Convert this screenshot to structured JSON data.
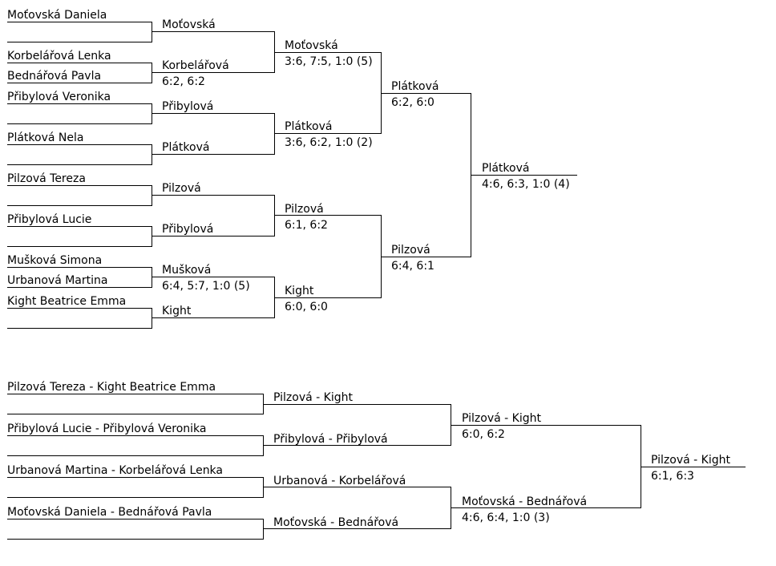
{
  "singles": {
    "r1": [
      {
        "player": "Moťovská Daniela"
      },
      {
        "player": ""
      },
      {
        "player": "Korbelářová Lenka"
      },
      {
        "player": "Bednářová Pavla"
      },
      {
        "player": "Přibylová Veronika"
      },
      {
        "player": ""
      },
      {
        "player": "Plátková Nela"
      },
      {
        "player": ""
      },
      {
        "player": "Pilzová Tereza"
      },
      {
        "player": ""
      },
      {
        "player": "Přibylová Lucie"
      },
      {
        "player": ""
      },
      {
        "player": "Mušková Simona"
      },
      {
        "player": "Urbanová Martina"
      },
      {
        "player": "Kight Beatrice Emma"
      },
      {
        "player": ""
      }
    ],
    "r2": [
      {
        "name": "Moťovská",
        "score": ""
      },
      {
        "name": "Korbelářová",
        "score": "6:2, 6:2"
      },
      {
        "name": "Přibylová",
        "score": ""
      },
      {
        "name": "Plátková",
        "score": ""
      },
      {
        "name": "Pilzová",
        "score": ""
      },
      {
        "name": "Přibylová",
        "score": ""
      },
      {
        "name": "Mušková",
        "score": "6:4, 5:7, 1:0 (5)"
      },
      {
        "name": "Kight",
        "score": ""
      }
    ],
    "qf": [
      {
        "name": "Moťovská",
        "score": "3:6, 7:5, 1:0 (5)"
      },
      {
        "name": "Plátková",
        "score": "3:6, 6:2, 1:0 (2)"
      },
      {
        "name": "Pilzová",
        "score": "6:1, 6:2"
      },
      {
        "name": "Kight",
        "score": "6:0, 6:0"
      }
    ],
    "sf": [
      {
        "name": "Plátková",
        "score": "6:2, 6:0"
      },
      {
        "name": "Pilzová",
        "score": "6:4, 6:1"
      }
    ],
    "final": {
      "name": "Plátková",
      "score": "4:6, 6:3, 1:0 (4)"
    }
  },
  "doubles": {
    "r1": [
      {
        "team": "Pilzová Tereza - Kight Beatrice Emma"
      },
      {
        "team": "Přibylová Lucie - Přibylová Veronika"
      },
      {
        "team": "Urbanová Martina - Korbelářová Lenka"
      },
      {
        "team": "Moťovská Daniela - Bednářová Pavla"
      }
    ],
    "r2": [
      {
        "name": "Pilzová - Kight",
        "score": ""
      },
      {
        "name": "Přibylová - Přibylová",
        "score": ""
      },
      {
        "name": "Urbanová - Korbelářová",
        "score": ""
      },
      {
        "name": "Moťovská - Bednářová",
        "score": ""
      }
    ],
    "sf": [
      {
        "name": "Pilzová - Kight",
        "score": "6:0, 6:2"
      },
      {
        "name": "Moťovská - Bednářová",
        "score": "4:6, 6:4, 1:0 (3)"
      }
    ],
    "final": {
      "name": "Pilzová - Kight",
      "score": "6:1, 6:3"
    }
  }
}
